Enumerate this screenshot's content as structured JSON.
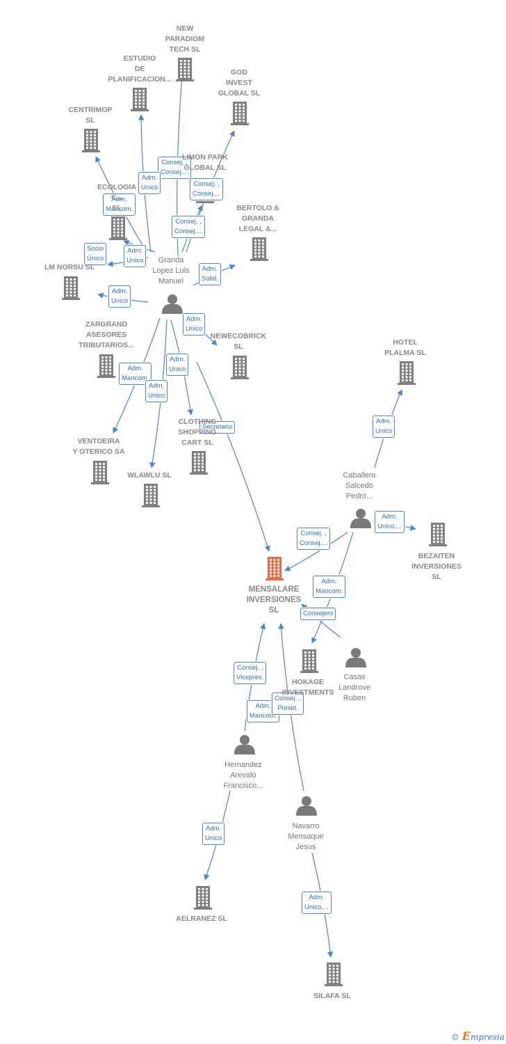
{
  "nodes": [
    {
      "id": "new_paradigm",
      "type": "company",
      "label": "NEW\nPARADIGM\nTECH  SL"
    },
    {
      "id": "estudio",
      "type": "company",
      "label": "ESTUDIO\nDE\nPLANIFICACION..."
    },
    {
      "id": "god_invest",
      "type": "company",
      "label": "GOD\nINVEST\nGLOBAL  SL"
    },
    {
      "id": "centrimop",
      "type": "company",
      "label": "CENTRIMOP\nSL"
    },
    {
      "id": "limon_park",
      "type": "company",
      "label": "LIMON PARK\nGLOBAL  SL"
    },
    {
      "id": "ecologia",
      "type": "company",
      "label": "ECOLOGIA\nC...\nSL"
    },
    {
      "id": "bertolo",
      "type": "company",
      "label": "BERTOLO &\nGRANDA\nLEGAL &..."
    },
    {
      "id": "lm_norsu",
      "type": "company",
      "label": "LM NORSU  SL"
    },
    {
      "id": "zargrand",
      "type": "company",
      "label": "ZARGRAND\nASESORES\nTRIBUTARIOS..."
    },
    {
      "id": "newecobrick",
      "type": "company",
      "label": "NEWECOBRICK\nSL"
    },
    {
      "id": "hotel_plalma",
      "type": "company",
      "label": "HOTEL\nPLALMA  SL"
    },
    {
      "id": "ventoeira",
      "type": "company",
      "label": "VENTOEIRA\nY OTERICO SA"
    },
    {
      "id": "clothing",
      "type": "company",
      "label": "CLOTHING\nSHOPPING\nCART  SL"
    },
    {
      "id": "wlawlu",
      "type": "company",
      "label": "WLAWLU  SL"
    },
    {
      "id": "bezaiten",
      "type": "company",
      "label": "BEZAITEN\nINVERSIONES\nSL"
    },
    {
      "id": "mensalare",
      "type": "main",
      "label": "MENSALARE\nINVERSIONES\nSL"
    },
    {
      "id": "hokage",
      "type": "company",
      "label": "HOKAGE\nINVESTMENTS"
    },
    {
      "id": "aelranez",
      "type": "company",
      "label": "AELRANEZ  SL"
    },
    {
      "id": "silafa",
      "type": "company",
      "label": "SILAFA  SL"
    },
    {
      "id": "granda",
      "type": "person",
      "label": "Granda\nLopez Luis\nManuel"
    },
    {
      "id": "caballero",
      "type": "person",
      "label": "Caballero\nSalcedo\nPedro..."
    },
    {
      "id": "casas",
      "type": "person",
      "label": "Casas\nLandrove\nRuben"
    },
    {
      "id": "hernandez",
      "type": "person",
      "label": "Hernandez\nArevalo\nFrancisco..."
    },
    {
      "id": "navarro",
      "type": "person",
      "label": "Navarro\nMensaque\nJesus"
    }
  ],
  "edges": [
    {
      "from": "granda",
      "to": "new_paradigm",
      "label": "Consej. ,\nConsej...."
    },
    {
      "from": "granda",
      "to": "estudio",
      "label": "Adm.\nUnico"
    },
    {
      "from": "granda",
      "to": "god_invest",
      "label": "Consej. ,\nConsej...."
    },
    {
      "from": "granda",
      "to": "centrimop",
      "label": "Adm.\nMancom."
    },
    {
      "from": "granda",
      "to": "limon_park",
      "label": "Consej. ,\nConsej...."
    },
    {
      "from": "granda",
      "to": "ecologia",
      "label": "Adm.\nUnico"
    },
    {
      "from": "granda",
      "to": "bertolo",
      "label": "Adm.\nSolid."
    },
    {
      "from": "granda",
      "to": "lm_norsu",
      "label": "Socio\nÚnico"
    },
    {
      "from": "granda",
      "to": "zargrand",
      "label": "Adm.\nUnico"
    },
    {
      "from": "granda",
      "to": "newecobrick",
      "label": "Adm.\nUnico"
    },
    {
      "from": "granda",
      "to": "ventoeira",
      "label": "Adm.\nMancom."
    },
    {
      "from": "granda",
      "to": "clothing",
      "label": "Adm.\nUnico"
    },
    {
      "from": "granda",
      "to": "wlawlu",
      "label": "Adm.\nUnico"
    },
    {
      "from": "granda",
      "to": "mensalare",
      "label": "Secretario"
    },
    {
      "from": "caballero",
      "to": "hotel_plalma",
      "label": "Adm.\nUnico"
    },
    {
      "from": "caballero",
      "to": "bezaiten",
      "label": "Adm.\nUnico,..."
    },
    {
      "from": "caballero",
      "to": "mensalare",
      "label": "Consej. ,\nConsej...."
    },
    {
      "from": "caballero",
      "to": "hokage",
      "label": "Adm.\nMancom."
    },
    {
      "from": "casas",
      "to": "mensalare",
      "label": "Consejero"
    },
    {
      "from": "hernandez",
      "to": "mensalare",
      "label": "Consej. ,\nVicepres."
    },
    {
      "from": "hernandez",
      "to": "hokage",
      "label": "Adm.\nMancom."
    },
    {
      "from": "navarro",
      "to": "mensalare",
      "label": "Consej. ,\nPresid."
    },
    {
      "from": "hernandez",
      "to": "aelranez",
      "label": "Adm.\nUnico"
    },
    {
      "from": "navarro",
      "to": "silafa",
      "label": "Adm.\nUnico,..."
    }
  ],
  "colors": {
    "edge": "#4a86cf",
    "company_icon": "#808080",
    "main_icon": "#f26a3c",
    "person_icon": "#7a7a7a"
  },
  "footer": {
    "copyright": "©",
    "brand_initial": "E",
    "brand_rest": "mpresia"
  }
}
